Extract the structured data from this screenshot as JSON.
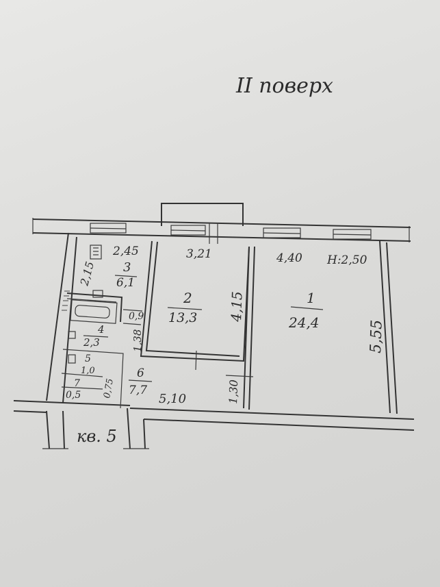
{
  "floor_title": "II поверх",
  "ceiling_height": "H:2,50",
  "apartment_label": "кв. 5",
  "rooms": [
    {
      "id": "1",
      "area": "24,4"
    },
    {
      "id": "2",
      "area": "13,3"
    },
    {
      "id": "3",
      "area": "6,1"
    },
    {
      "id": "4",
      "area": "2,3"
    },
    {
      "id": "5",
      "area": "1,0"
    },
    {
      "id": "6",
      "area": "7,7"
    },
    {
      "id": "7",
      "area": "0,5"
    }
  ],
  "dimensions": {
    "room3_width": "2,45",
    "room3_depth": "2,15",
    "room2_width": "3,21",
    "room2_depth": "4,15",
    "room1_width": "4,40",
    "room1_depth": "5,55",
    "corridor_length": "5,10",
    "corridor_width": "1,30",
    "passage_width": "1,38",
    "door_gap": "0,9",
    "small_wc": "0,75"
  }
}
